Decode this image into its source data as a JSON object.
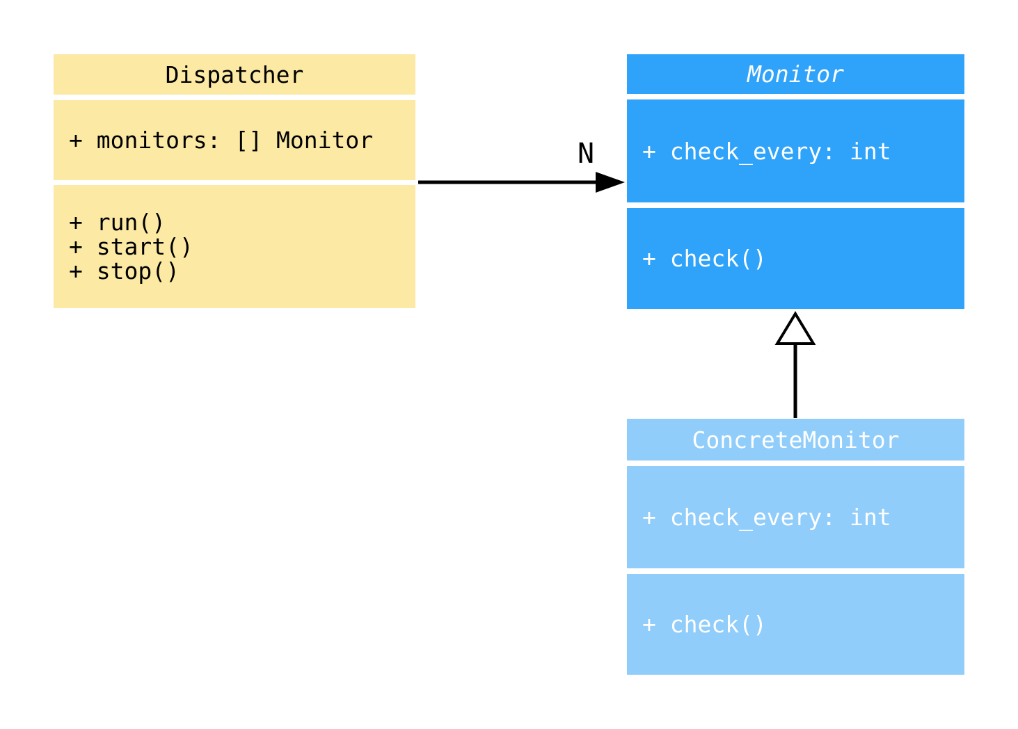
{
  "diagram": {
    "type": "uml-class-diagram",
    "colors": {
      "background": "#FFFFFF",
      "line": "#000000",
      "dispatcher_fill": "#FBE9A4",
      "monitor_fill": "#2FA3FA",
      "concrete_monitor_fill": "#90CDFA",
      "dispatcher_text": "#000000",
      "monitor_text": "#FFFFFF"
    },
    "classes": {
      "dispatcher": {
        "name": "Dispatcher",
        "abstract": false,
        "attributes": [
          "+ monitors: [] Monitor"
        ],
        "methods": [
          "+ run()",
          "+ start()",
          "+ stop()"
        ]
      },
      "monitor": {
        "name": "Monitor",
        "abstract": true,
        "attributes": [
          "+ check_every: int"
        ],
        "methods": [
          "+ check()"
        ]
      },
      "concrete_monitor": {
        "name": "ConcreteMonitor",
        "abstract": false,
        "attributes": [
          "+ check_every: int"
        ],
        "methods": [
          "+ check()"
        ]
      }
    },
    "relations": {
      "association": {
        "type": "association",
        "from": "Dispatcher",
        "to": "Monitor",
        "label": "N"
      },
      "inheritance": {
        "type": "inheritance",
        "from": "ConcreteMonitor",
        "to": "Monitor"
      }
    }
  }
}
